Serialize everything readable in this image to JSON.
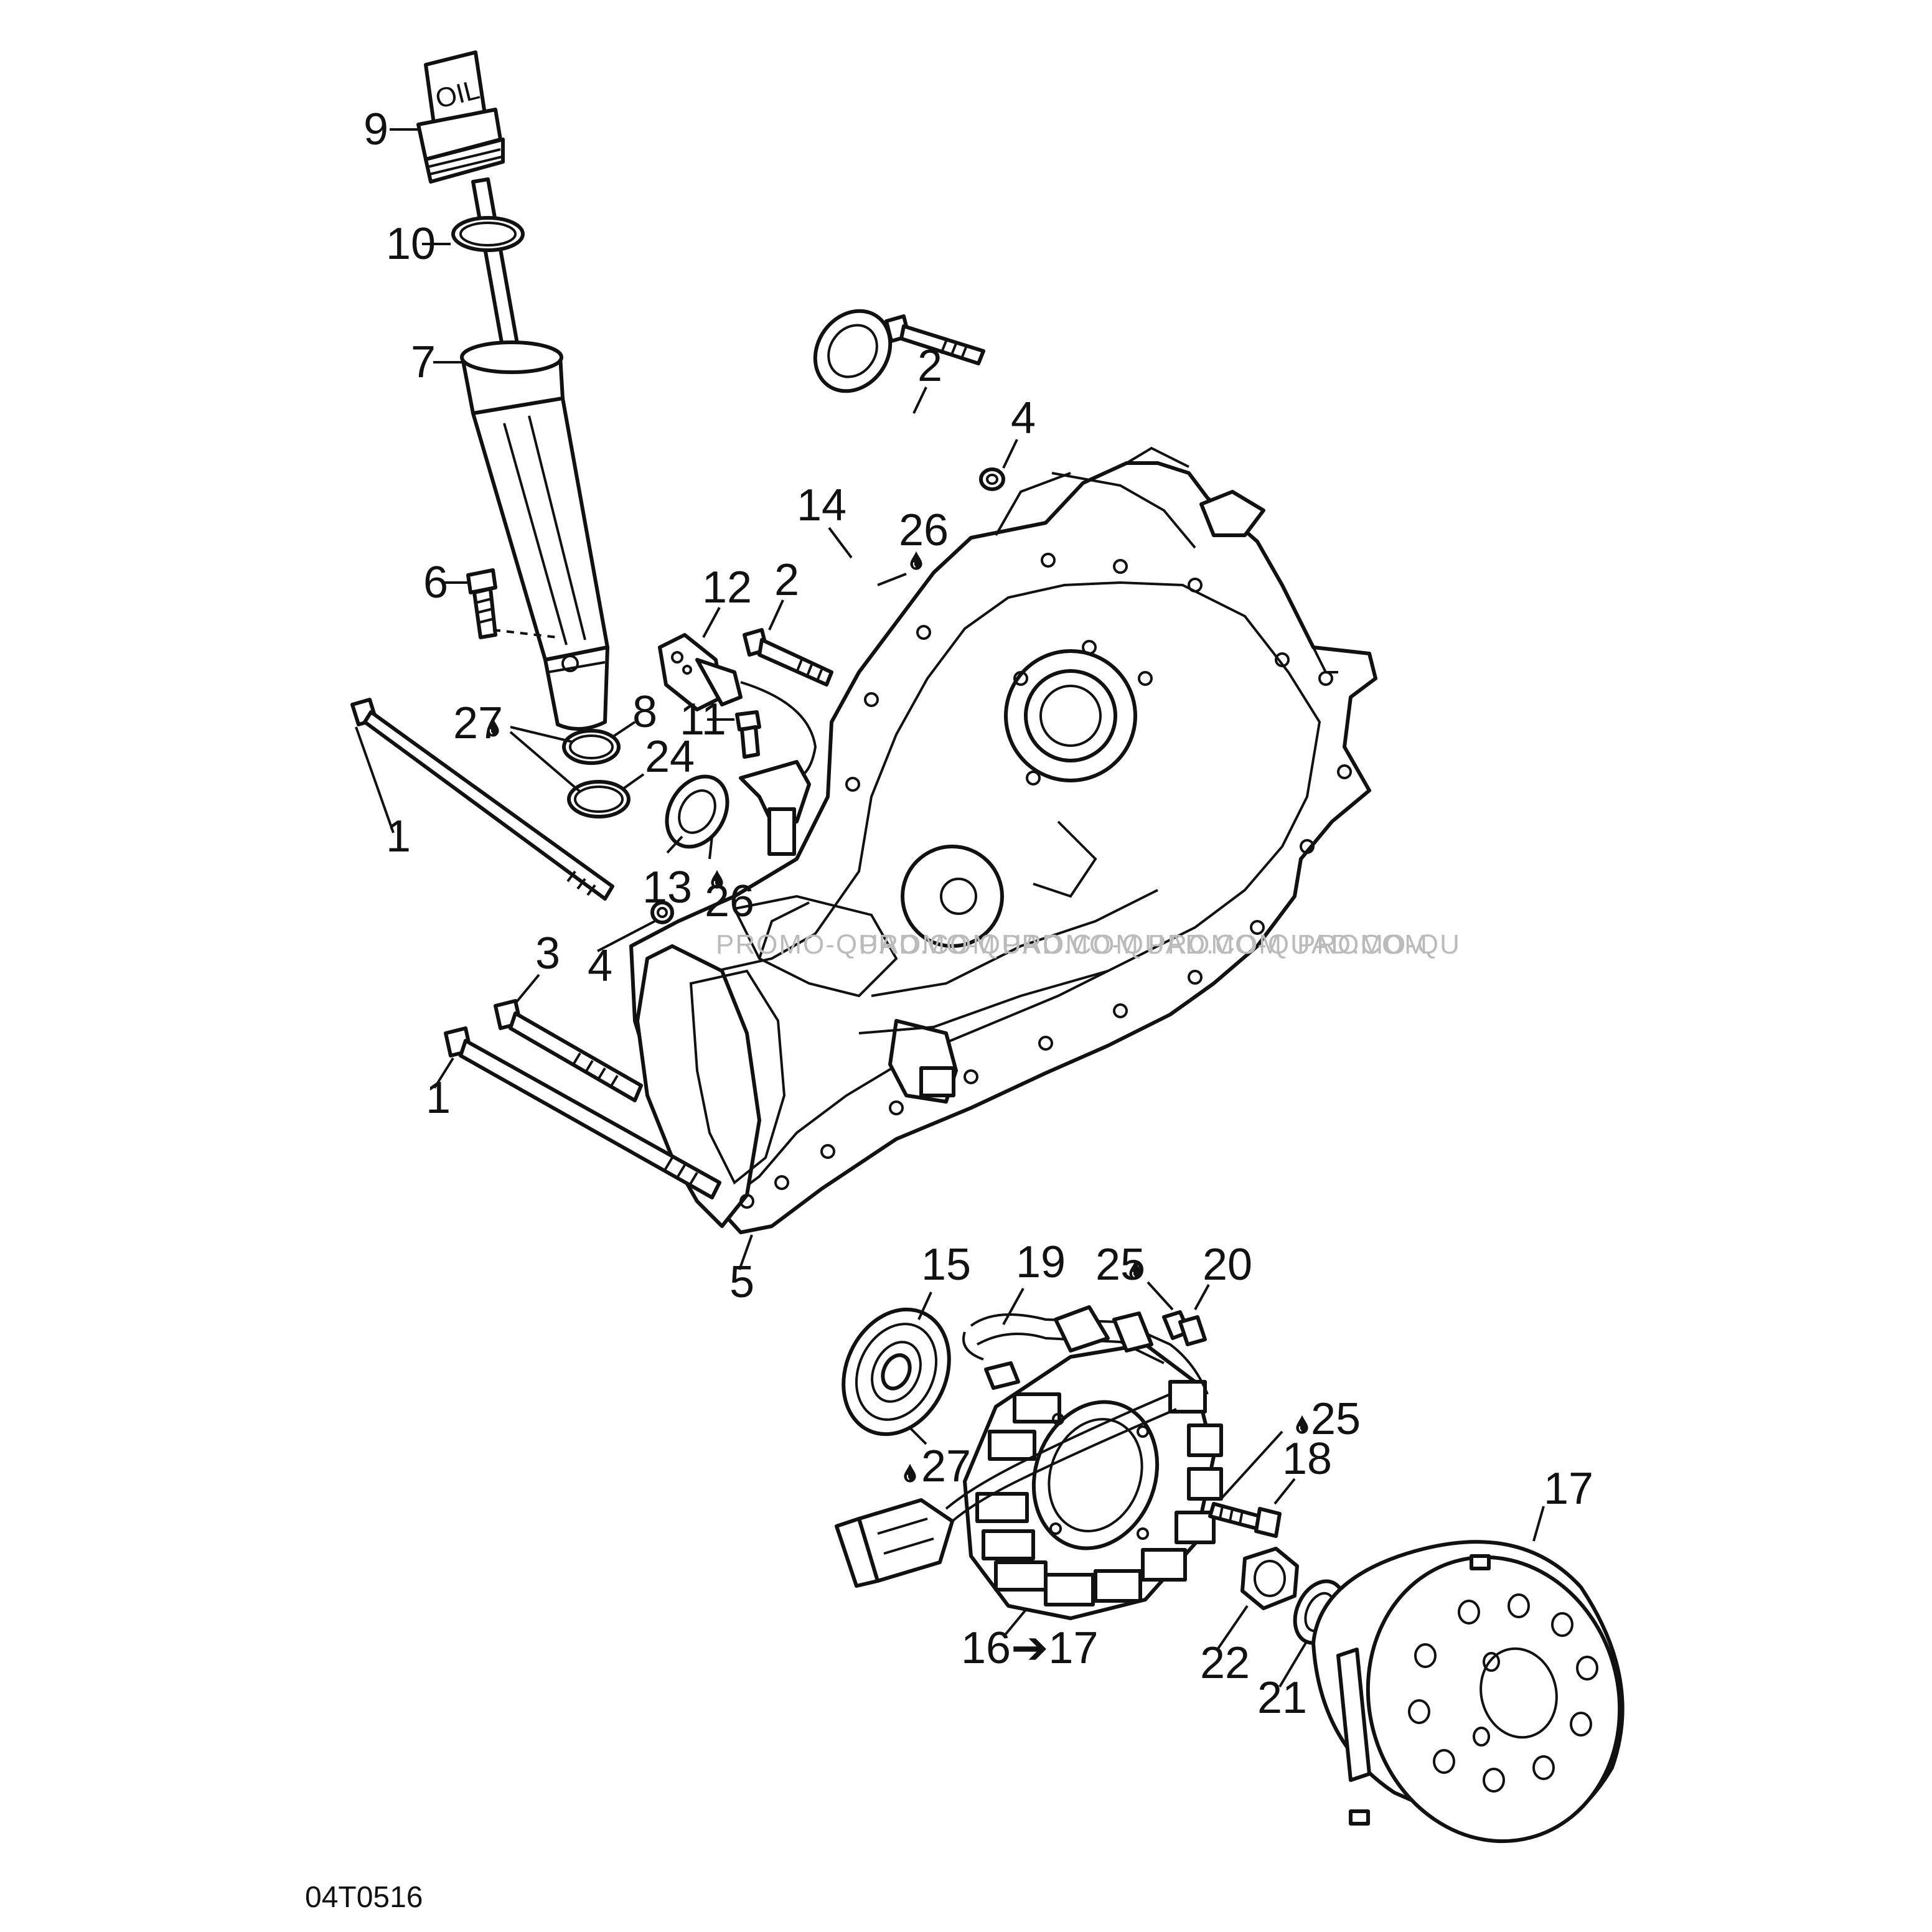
{
  "drawing_code": "04T0516",
  "watermarks": [
    "PROMO-QUAD.COM",
    "PROMO-QUAD.COM",
    "PROMO-QUAD.COM",
    "PROMO-QUAD.COM",
    "PROMO-QU"
  ],
  "oil_cap_text": "OIL",
  "callouts": {
    "c1a": "1",
    "c1b": "1",
    "c2a": "2",
    "c2b": "2",
    "c3": "3",
    "c4a": "4",
    "c4b": "4",
    "c5": "5",
    "c6": "6",
    "c7": "7",
    "c8": "8",
    "c9": "9",
    "c10": "10",
    "c11": "11",
    "c12": "12",
    "c13": "13",
    "c14": "14",
    "c15": "15",
    "c16": "16➔17",
    "c17": "17",
    "c18": "18",
    "c19": "19",
    "c20": "20",
    "c21": "21",
    "c22": "22",
    "c24": "24",
    "c25a": "25",
    "c25b": "25",
    "c26a": "26",
    "c26b": "26",
    "c27a": "27",
    "c27b": "27"
  },
  "colors": {
    "line": "#111111",
    "watermark": "#bbbbbb",
    "background": "#ffffff"
  }
}
